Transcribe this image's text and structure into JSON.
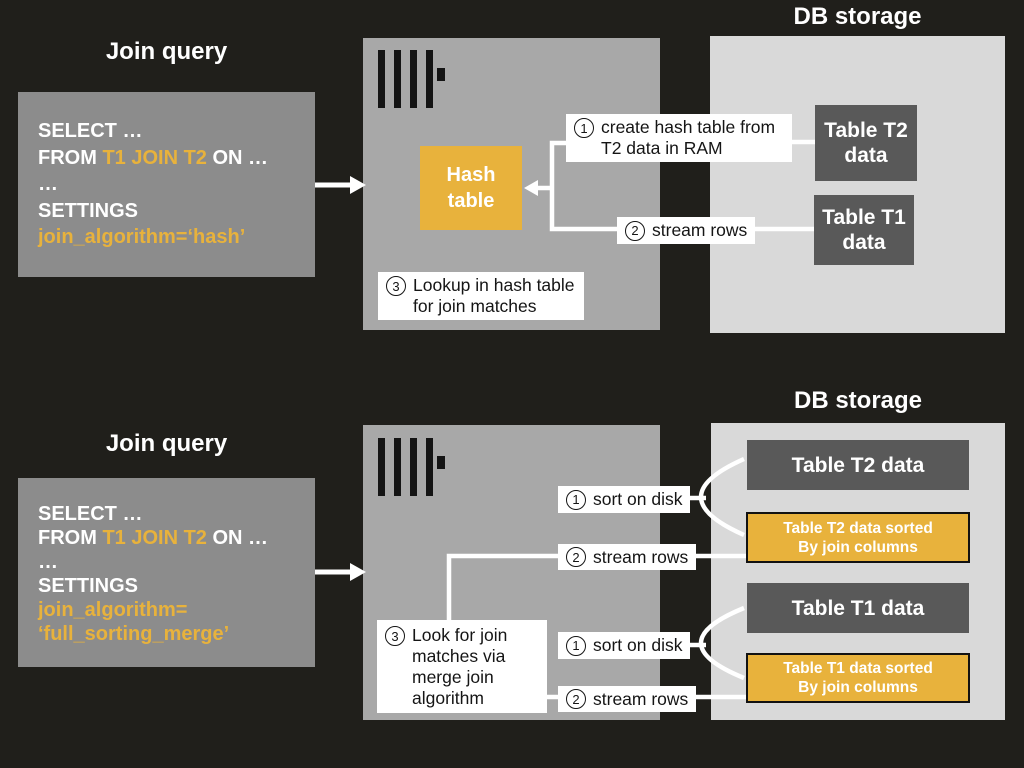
{
  "colors": {
    "background": "#201f1b",
    "query_box": "#8c8c8c",
    "server_box": "#a8a8a8",
    "storage_box": "#d9d9d9",
    "table_box": "#595959",
    "accent": "#e8b23c",
    "connector": "#ffffff",
    "label_bg": "#ffffff",
    "label_text": "#151515",
    "title_text": "#ffffff",
    "logo": "#141414"
  },
  "hash_join": {
    "title": "Join query",
    "storage_title": "DB storage",
    "query": {
      "line1": "SELECT …",
      "line2_from": "FROM ",
      "line2_tables": "T1 JOIN T2",
      "line2_on": " ON …",
      "line3": "…",
      "line4": "SETTINGS",
      "line5": "join_algorithm=‘hash’"
    },
    "hash_table": {
      "line1": "Hash",
      "line2": "table"
    },
    "steps": {
      "create_hash": {
        "num": "1",
        "line1": "create hash table from",
        "line2": "T2 data in RAM"
      },
      "stream_rows": {
        "num": "2",
        "text": "stream rows"
      },
      "lookup": {
        "num": "3",
        "line1": "Lookup in hash table",
        "line2": "for join matches"
      }
    },
    "tables": {
      "t2": {
        "line1": "Table T2",
        "line2": "data"
      },
      "t1": {
        "line1": "Table T1",
        "line2": "data"
      }
    }
  },
  "merge_join": {
    "title": "Join query",
    "storage_title": "DB storage",
    "query": {
      "line1": "SELECT …",
      "line2_from": "FROM ",
      "line2_tables": "T1 JOIN T2",
      "line2_on": " ON …",
      "line3": "…",
      "line4": "SETTINGS",
      "line5": "join_algorithm=",
      "line6": "‘full_sorting_merge’"
    },
    "steps": {
      "sort_t2": {
        "num": "1",
        "text": "sort on disk"
      },
      "stream_t2": {
        "num": "2",
        "text": "stream rows"
      },
      "sort_t1": {
        "num": "1",
        "text": "sort on disk"
      },
      "stream_t1": {
        "num": "2",
        "text": "stream rows"
      },
      "merge": {
        "num": "3",
        "lines": [
          "Look for join",
          "matches via",
          "merge join",
          "algorithm"
        ]
      }
    },
    "tables": {
      "t2": "Table T2 data",
      "t2_sorted": {
        "line1": "Table T2 data sorted",
        "line2": "By join columns"
      },
      "t1": "Table T1 data",
      "t1_sorted": {
        "line1": "Table T1 data sorted",
        "line2": "By join columns"
      }
    }
  }
}
